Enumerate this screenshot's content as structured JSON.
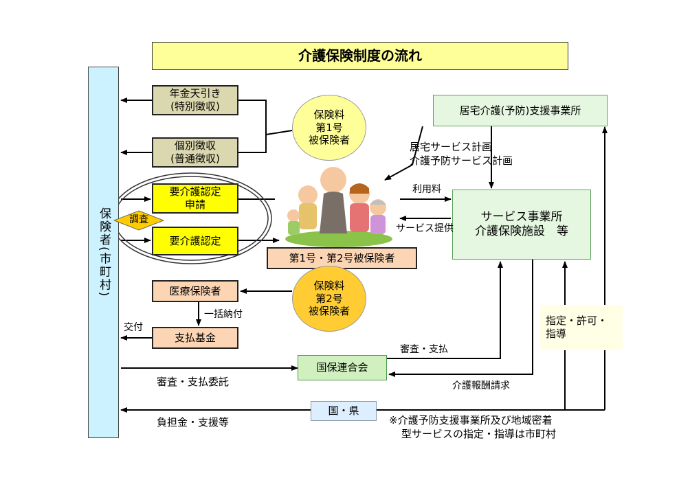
{
  "title": "介護保険制度の流れ",
  "insurer": "保険者(市町村)",
  "boxes": {
    "pension_deduction": [
      "年金天引き",
      "(特別徴収)"
    ],
    "individual_collection": [
      "個別徴収",
      "(普通徴収)"
    ],
    "care_application": [
      "要介護認定",
      "申請"
    ],
    "care_certification": "要介護認定",
    "insured_persons": "第1号・第2号被保険者",
    "medical_insurer": "医療保険者",
    "payment_fund": "支払基金",
    "national_health_union": "国保連合会",
    "state_prefecture": "国・県",
    "home_care_support": "居宅介護(予防)支援事業所",
    "service_providers": [
      "サービス事業所",
      "介護保険施設　等"
    ],
    "designation_guidance": [
      "指定・許可・",
      "指導"
    ]
  },
  "ovals": {
    "premium_type1": [
      "保険料",
      "第1号",
      "被保険者"
    ],
    "premium_type2": [
      "保険料",
      "第2号",
      "被保険者"
    ],
    "investigation": "調査"
  },
  "labels": {
    "care_plan": [
      "居宅サービス計画",
      "介護予防サービス計画"
    ],
    "usage_fee": "利用料",
    "service_provision": "サービス提供",
    "lump_sum_payment": "一括納付",
    "grant": "交付",
    "review_payment": "審査・支払",
    "review_payment_commission": "審査・支払委託",
    "care_fee_claim": "介護報酬請求",
    "burden_support": "負担金・支援等",
    "note": [
      "※介護予防支援事業所及び地域密着",
      "型サービスの指定・指導は市町村"
    ]
  },
  "colors": {
    "title_bg": "#ffff99",
    "insurer_bg": "#ccf2ff",
    "olive": "#dbd7ae",
    "yellow": "#ffff00",
    "peach": "#fcd5b4",
    "gold": "#ffcc33",
    "mint": "#e6f7e1",
    "green": "#d0f0c0",
    "blue": "#ddeeff"
  }
}
